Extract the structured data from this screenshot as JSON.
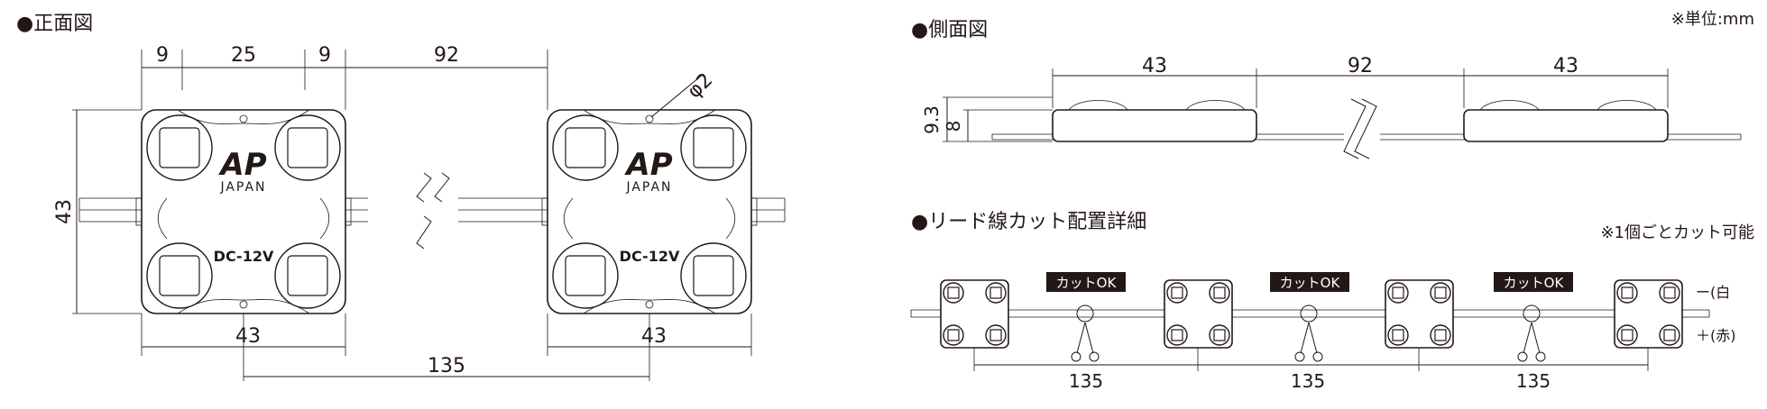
{
  "front_view": {
    "title": "●正面図",
    "dim_top": [
      "9",
      "25",
      "9",
      "92"
    ],
    "hole_label": "φ2",
    "height_label": "43",
    "width_left": "43",
    "width_right": "43",
    "pitch": "135",
    "module_logo": "AP",
    "module_logo_sub": "JAPAN",
    "module_voltage": "DC-12V"
  },
  "side_view": {
    "title": "●側面図",
    "unit_note": "※単位:mm",
    "dims": [
      "43",
      "92",
      "43"
    ],
    "height_total": "9.3",
    "height_body": "8"
  },
  "cut_detail": {
    "title": "●リード線カット配置詳細",
    "note": "※1個ごとカット可能",
    "cut_labels": [
      "カットOK",
      "カットOK",
      "カットOK"
    ],
    "pitches": [
      "135",
      "135",
      "135"
    ],
    "wire_neg": "ー(白",
    "wire_pos": "＋(赤)"
  },
  "colors": {
    "line": "#231815",
    "label_bg": "#231815",
    "label_text": "#ffffff"
  }
}
